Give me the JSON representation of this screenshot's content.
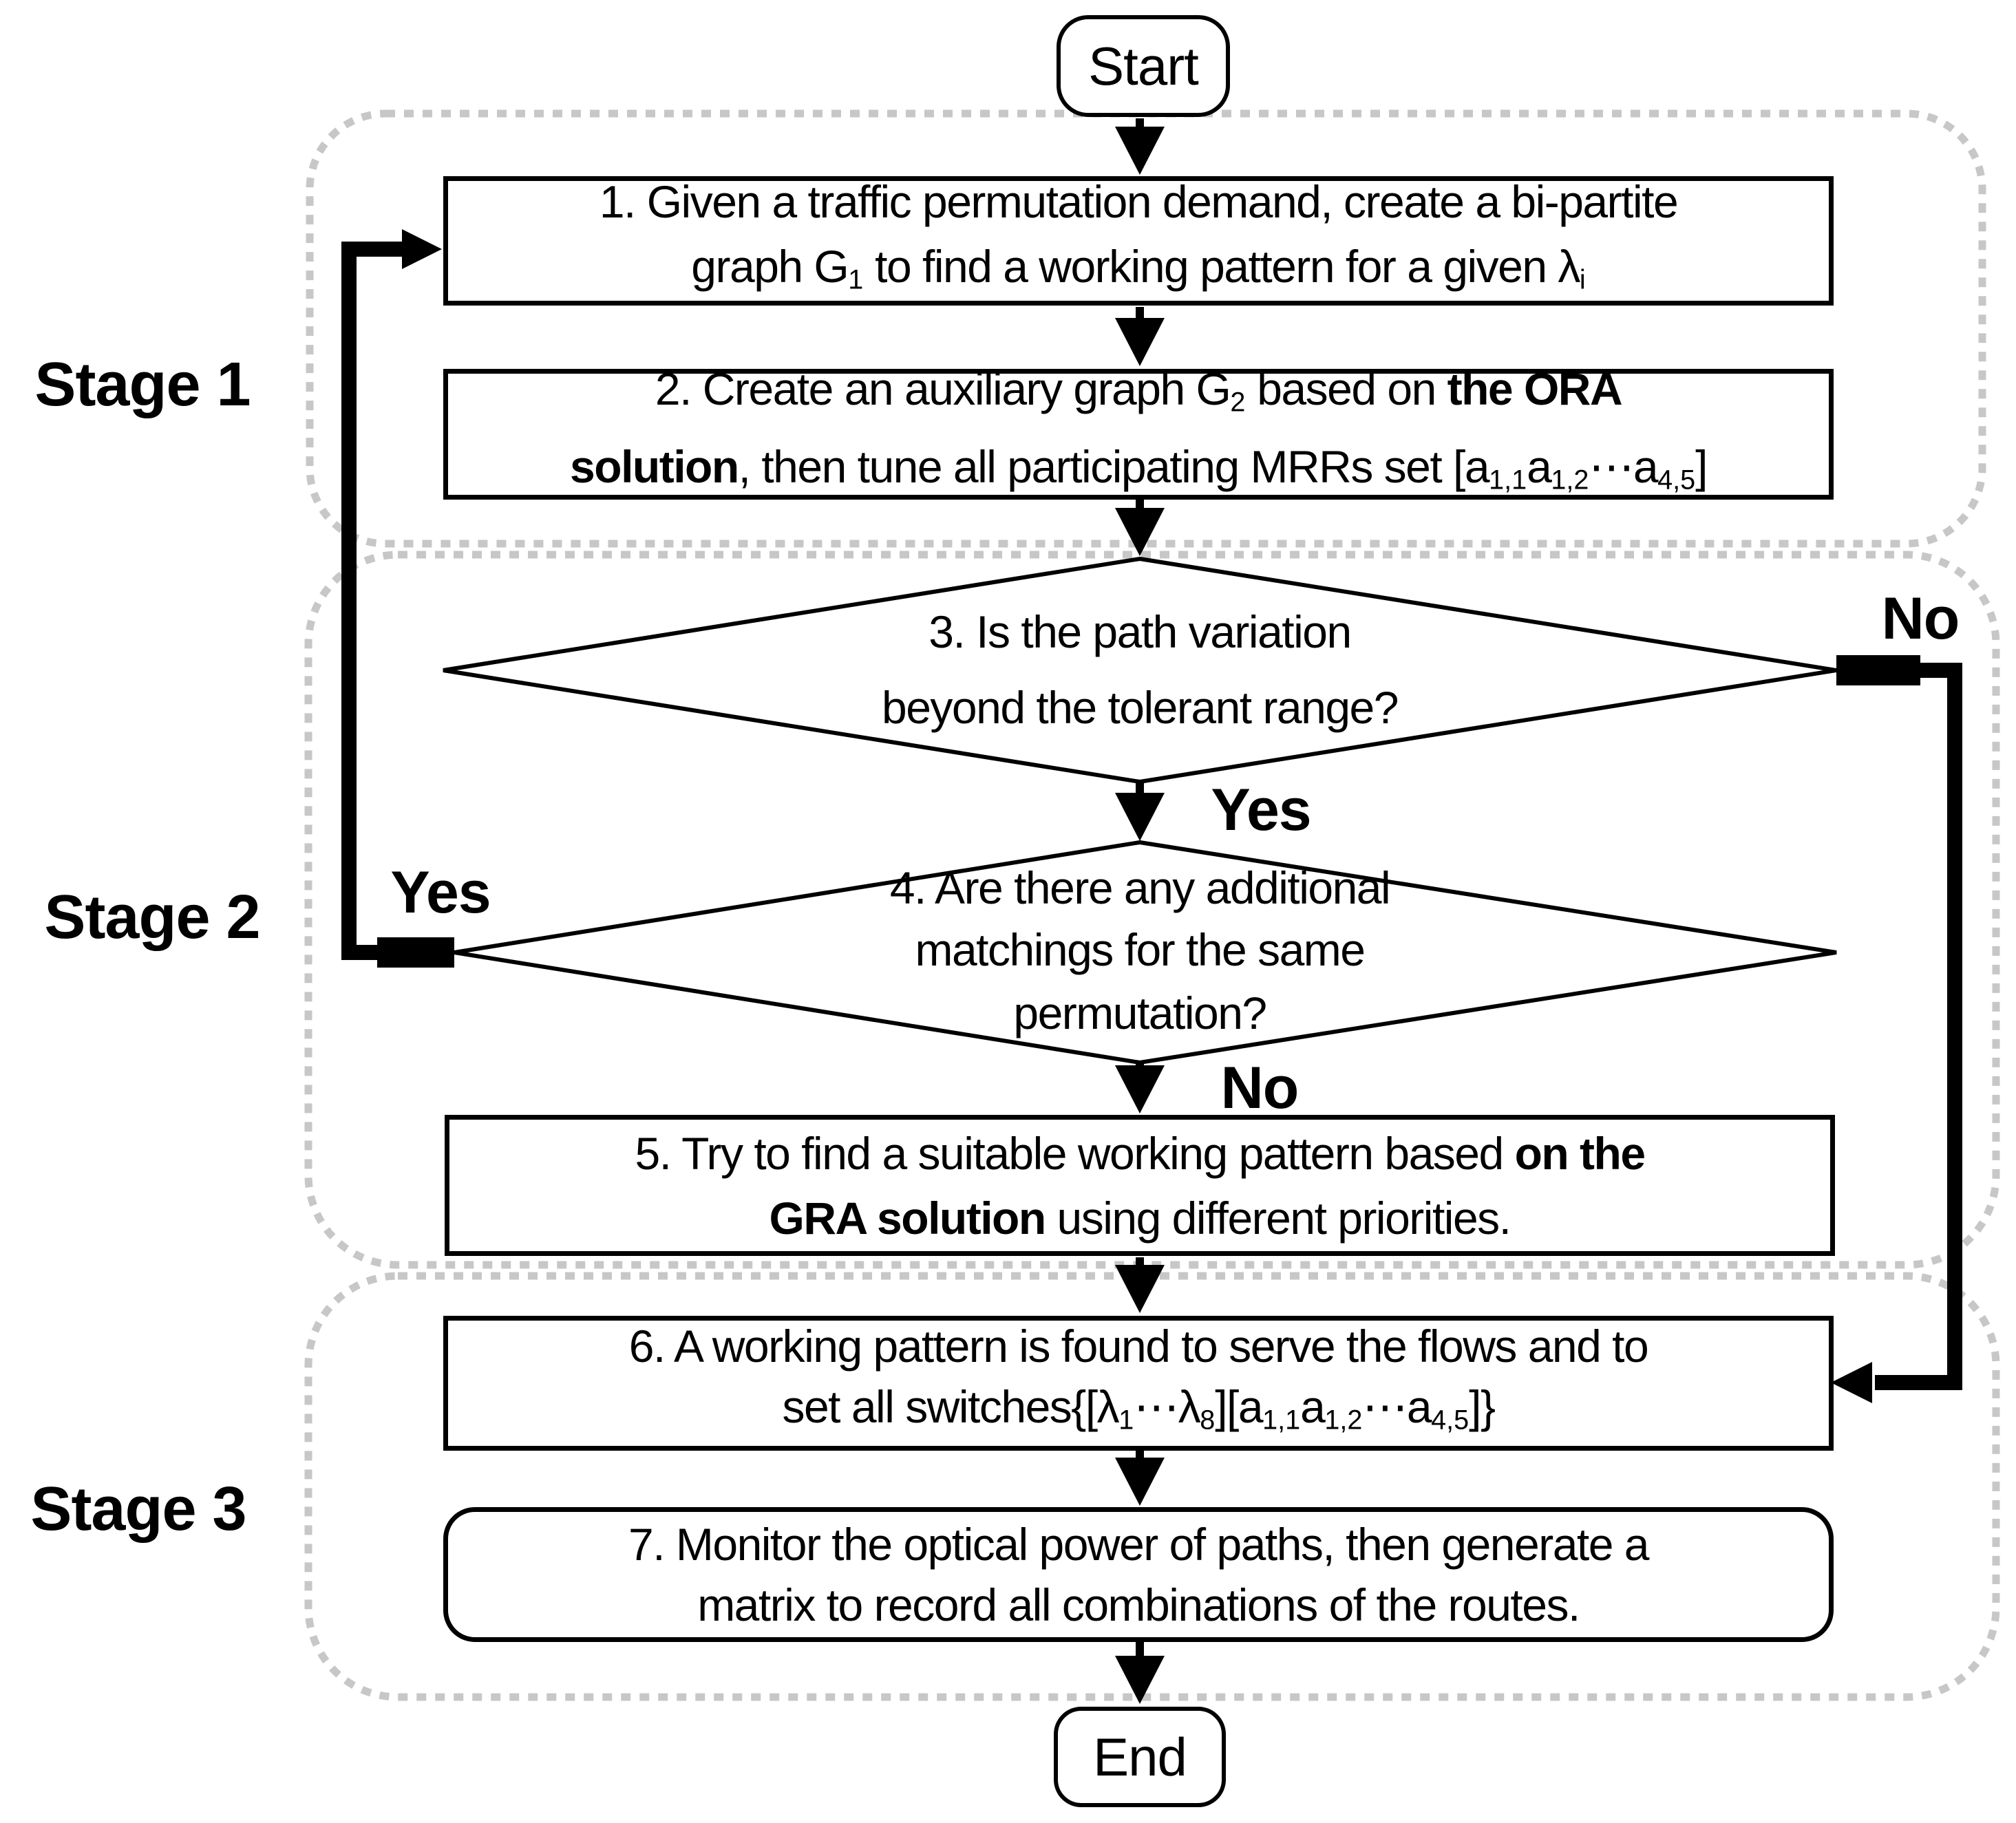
{
  "terminals": {
    "start": "Start",
    "end": "End"
  },
  "stage_labels": {
    "s1": "Stage 1",
    "s2": "Stage 2",
    "s3": "Stage 3"
  },
  "branch_labels": {
    "no_top": "No",
    "yes_middle": "Yes",
    "yes_left": "Yes",
    "no_bottom": "No"
  },
  "steps": {
    "step1": {
      "line1": "1. Given a traffic permutation demand, create a bi-partite",
      "line2": [
        {
          "t": "graph G"
        },
        {
          "t": "1",
          "sub": true
        },
        {
          "t": " to find a working pattern for a given λ"
        },
        {
          "t": "i",
          "sub": true
        }
      ]
    },
    "step2": {
      "line1": [
        {
          "t": "2. Create an auxiliary graph G"
        },
        {
          "t": "2",
          "sub": true
        },
        {
          "t": " based on "
        },
        {
          "t": "the ORA",
          "bold": true
        }
      ],
      "line2": [
        {
          "t": "solution",
          "bold": true
        },
        {
          "t": ", then tune all participating MRRs set [a"
        },
        {
          "t": "1,1",
          "sub": true
        },
        {
          "t": "a"
        },
        {
          "t": "1,2",
          "sub": true
        },
        {
          "t": "⋯a"
        },
        {
          "t": "4,5",
          "sub": true
        },
        {
          "t": "]"
        }
      ]
    },
    "step3": {
      "line1": "3. Is the path variation",
      "line2": "beyond the tolerant range?"
    },
    "step4": {
      "line1": "4. Are there any additional",
      "line2": "matchings for the same",
      "line3": "permutation?"
    },
    "step5": {
      "line1": [
        {
          "t": "5. Try to find a suitable working pattern based "
        },
        {
          "t": "on the",
          "bold": true
        }
      ],
      "line2": [
        {
          "t": "GRA solution",
          "bold": true
        },
        {
          "t": " using different priorities."
        }
      ]
    },
    "step6": {
      "line1": "6. A working pattern is found to serve the flows and to",
      "line2": [
        {
          "t": "set all switches{[λ"
        },
        {
          "t": "1",
          "sub": true
        },
        {
          "t": "⋯λ"
        },
        {
          "t": "8",
          "sub": true
        },
        {
          "t": "][a"
        },
        {
          "t": "1,1",
          "sub": true
        },
        {
          "t": "a"
        },
        {
          "t": "1,2",
          "sub": true
        },
        {
          "t": "⋯a"
        },
        {
          "t": "4,5",
          "sub": true
        },
        {
          "t": "]}"
        }
      ]
    },
    "step7": {
      "line1": "7. Monitor the optical power of paths, then generate a",
      "line2": "matrix to record all combinations of the routes."
    }
  },
  "colors": {
    "ink": "#000000",
    "stage_border": "#c7c7c7",
    "background": "#ffffff"
  }
}
